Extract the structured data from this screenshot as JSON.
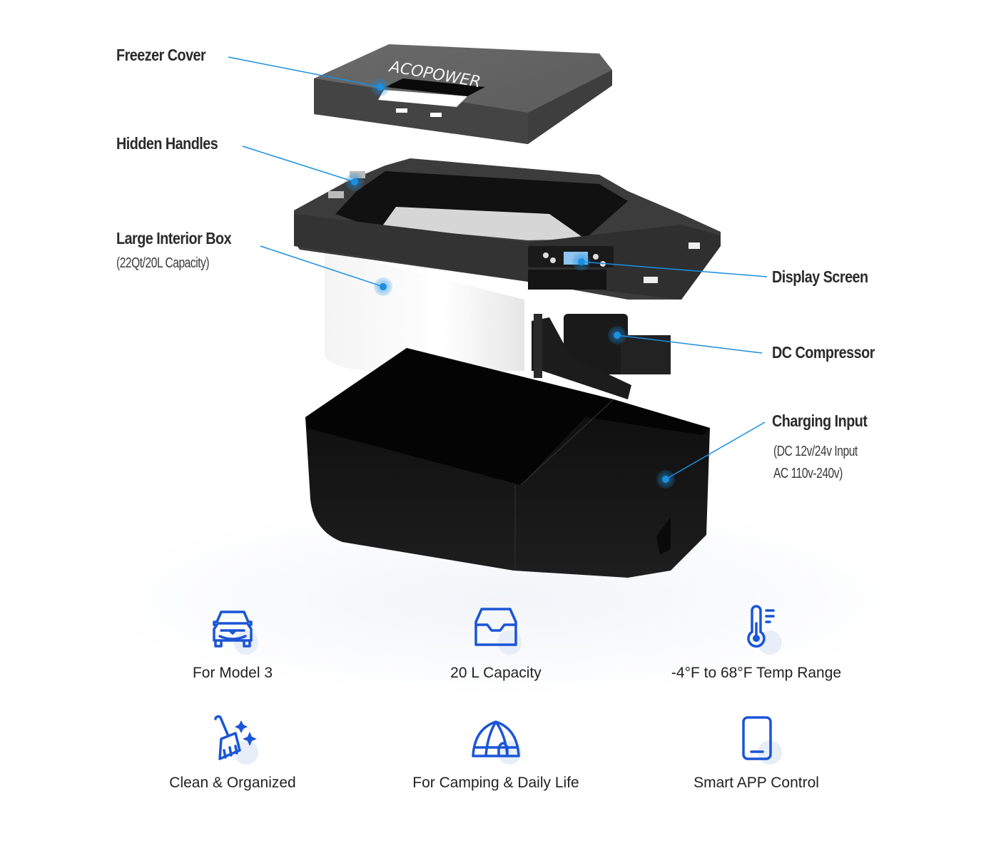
{
  "brand_logo_text": "ACOPOWER",
  "accent_color": "#1a8fe0",
  "icon_color": "#1a55d6",
  "callouts": {
    "freezer_cover": {
      "title": "Freezer Cover"
    },
    "hidden_handles": {
      "title": "Hidden Handles"
    },
    "large_interior_box": {
      "title": "Large Interior Box",
      "subtitle": "(22Qt/20L Capacity)"
    },
    "display_screen": {
      "title": "Display Screen"
    },
    "dc_compressor": {
      "title": "DC Compressor"
    },
    "charging_input": {
      "title": "Charging Input",
      "subtitle_line1": "(DC 12v/24v Input",
      "subtitle_line2": "AC 110v-240v)"
    }
  },
  "features": [
    {
      "icon": "car-icon",
      "label": "For Model 3"
    },
    {
      "icon": "tray-icon",
      "label": "20 L Capacity"
    },
    {
      "icon": "thermometer-icon",
      "label": "-4°F to 68°F Temp Range"
    },
    {
      "icon": "broom-sparkle-icon",
      "label": "Clean & Organized"
    },
    {
      "icon": "tent-icon",
      "label": "For Camping & Daily Life"
    },
    {
      "icon": "smartphone-icon",
      "label": "Smart APP Control"
    }
  ]
}
